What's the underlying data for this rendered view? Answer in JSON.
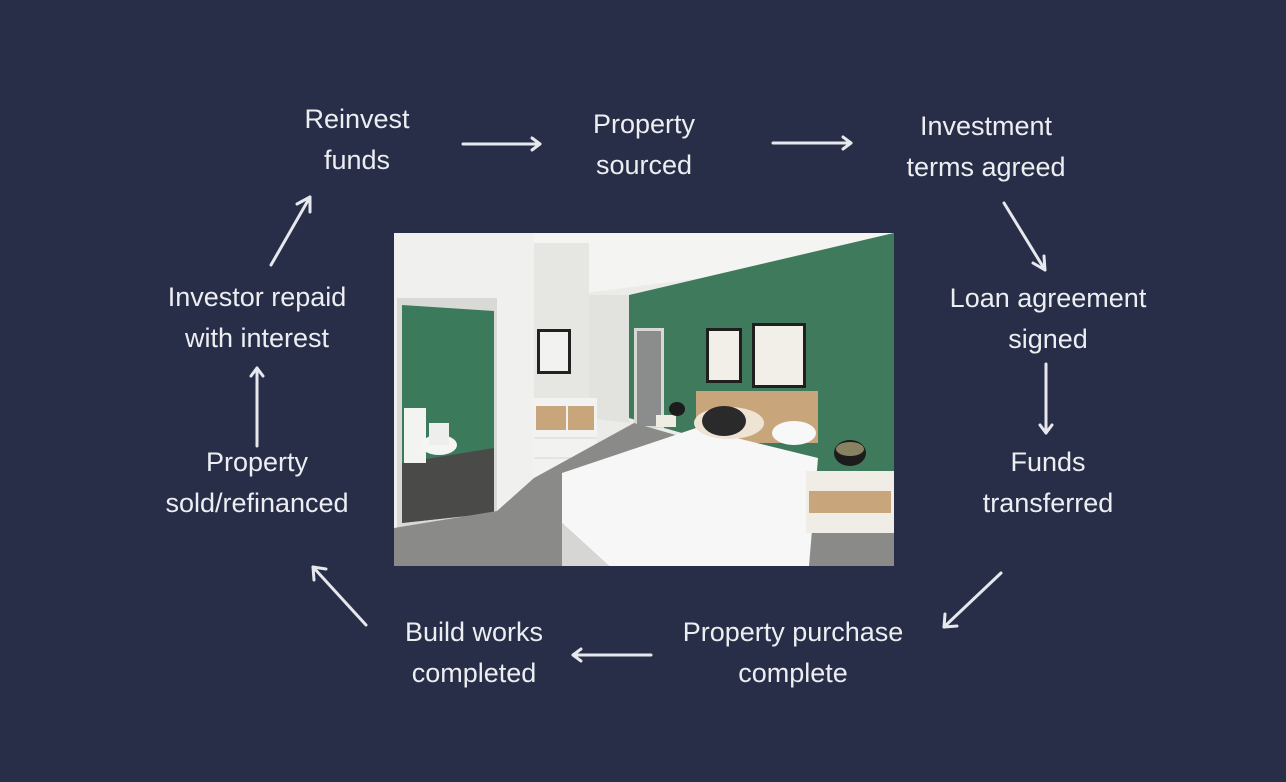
{
  "diagram": {
    "background": "#282e47",
    "text_color": "#eceef2",
    "arrow_color": "#e6e8ee",
    "steps": [
      {
        "line1": "Property",
        "line2": "sourced"
      },
      {
        "line1": "Investment",
        "line2": "terms agreed"
      },
      {
        "line1": "Loan agreement",
        "line2": "signed"
      },
      {
        "line1": "Funds",
        "line2": "transferred"
      },
      {
        "line1": "Property purchase",
        "line2": "complete"
      },
      {
        "line1": "Build works",
        "line2": "completed"
      },
      {
        "line1": "Property",
        "line2": "sold/refinanced"
      },
      {
        "line1": "Investor repaid",
        "line2": "with interest"
      },
      {
        "line1": "Reinvest",
        "line2": "funds"
      }
    ],
    "center_image": "bedroom-photo"
  }
}
